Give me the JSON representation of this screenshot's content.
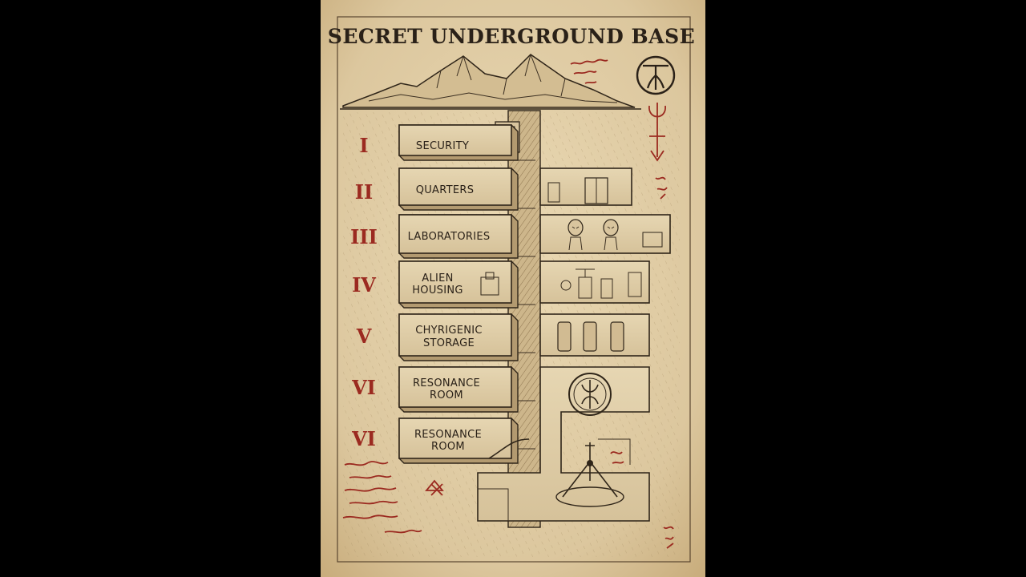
{
  "title": "SECRET UNDERGROUND BASE",
  "levels": [
    {
      "numeral": "I",
      "lines": [
        "SECURITY"
      ]
    },
    {
      "numeral": "II",
      "lines": [
        "QUARTERS"
      ]
    },
    {
      "numeral": "III",
      "lines": [
        "LABORATORIES"
      ]
    },
    {
      "numeral": "IV",
      "lines": [
        "ALIEN",
        "HOUSING"
      ]
    },
    {
      "numeral": "V",
      "lines": [
        "CHYRIGENIC",
        "STORAGE"
      ]
    },
    {
      "numeral": "VI",
      "lines": [
        "RESONANCE",
        "ROOM"
      ]
    },
    {
      "numeral": "VI",
      "lines": [
        "RESONANCE",
        "ROOM"
      ]
    }
  ],
  "colors": {
    "paper": "#e4d3ad",
    "ink": "#2f2519",
    "accent_red": "#9b2a20",
    "background": "#000000"
  }
}
